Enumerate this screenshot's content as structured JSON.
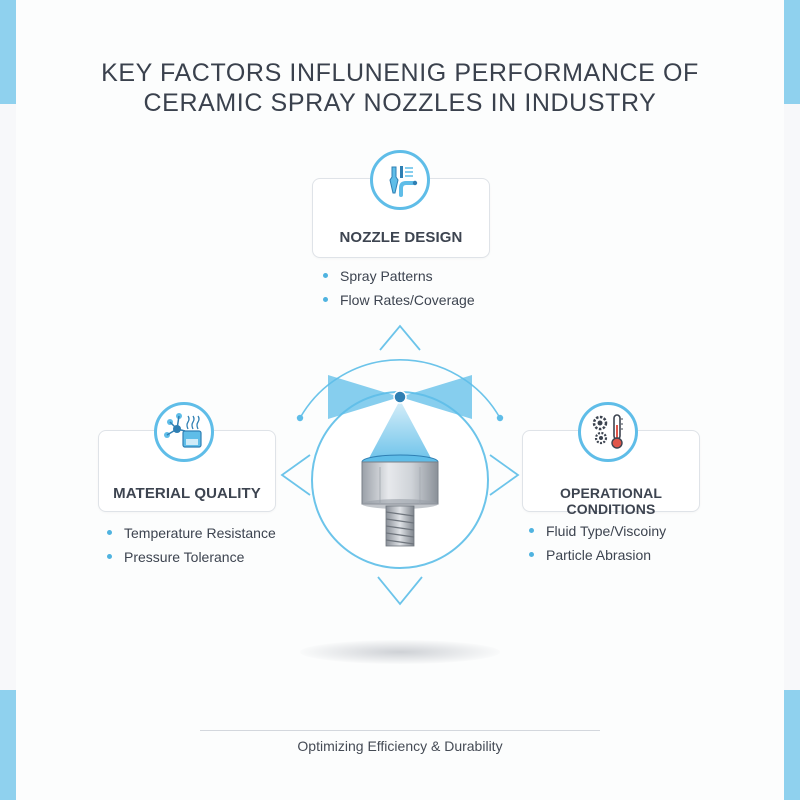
{
  "title": {
    "line1": "KEY FACTORS INFLUNENIG PERFORMANCE OF",
    "line2": "CERAMIC SPRAY NOZZLES IN INDUSTRY"
  },
  "factors": {
    "nozzle_design": {
      "label": "NOZZLE DESIGN",
      "icon": "nozzle-spray-icon",
      "bullets": [
        "Spray Patterns",
        "Flow Rates/Coverage"
      ]
    },
    "material_quality": {
      "label": "MATERIAL QUALITY",
      "icon": "material-molecule-icon",
      "bullets": [
        "Temperature Resistance",
        "Pressure Tolerance"
      ]
    },
    "operational_conditions": {
      "label": "OPERATIONAL CONDITIONS",
      "icon": "gears-thermometer-icon",
      "bullets": [
        "Fluid Type/Viscoiny",
        "Particle Abrasion"
      ]
    }
  },
  "center": {
    "icon": "ceramic-nozzle-icon"
  },
  "footer": {
    "text": "Optimizing Efficiency & Durability"
  },
  "colors": {
    "accent": "#5fbde8",
    "accent_light": "#8fd1ee",
    "text": "#3d4450",
    "border": "#dfe3e8"
  }
}
